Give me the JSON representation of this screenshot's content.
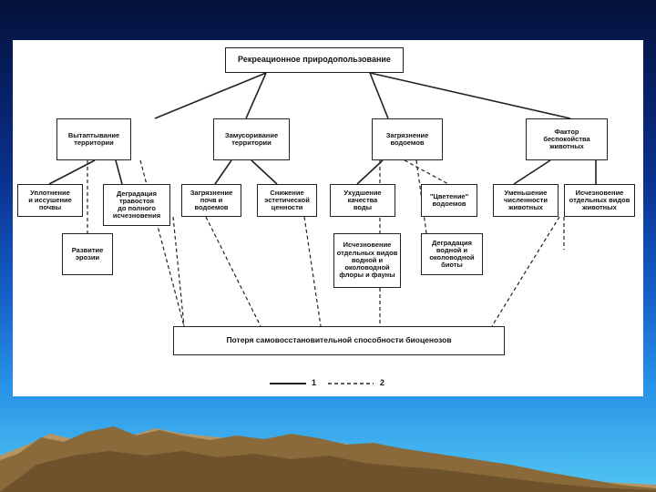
{
  "diagram": {
    "root": "Рекреационное природопользование",
    "factors": [
      "Вытаптывание\nтерритории",
      "Замусоривание\nтерритории",
      "Загрязнение\nводоемов",
      "Фактор\nбеспокойства\nживотных"
    ],
    "effects": [
      "Уплотнение\nи иссушение\nпочвы",
      "Деградация\nтравостоя\nдо полного\nисчезновения",
      "Развитие\nэрозии",
      "Загрязнение\nпочв и\nводоемов",
      "Снижение\nэстетической\nценности",
      "Ухудшение\nкачества\nводы",
      "\"Цветение\"\nводоемов",
      "Исчезновение\nотдельных видов\nводной и\nоколоводной\nфлоры и фауны",
      "Деградация\nводной и\nоколоводной\nбиоты",
      "Уменьшение\nчисленности\nживотных",
      "Исчезновение\nотдельных видов\nживотных"
    ],
    "bottom": "Потеря самовосстановительной способности биоценозов",
    "legend": {
      "solid_label": "1",
      "dashed_label": "2"
    }
  },
  "colors": {
    "line": "#222222",
    "panel": "#ffffff",
    "mountain": "#8a6a3a"
  }
}
